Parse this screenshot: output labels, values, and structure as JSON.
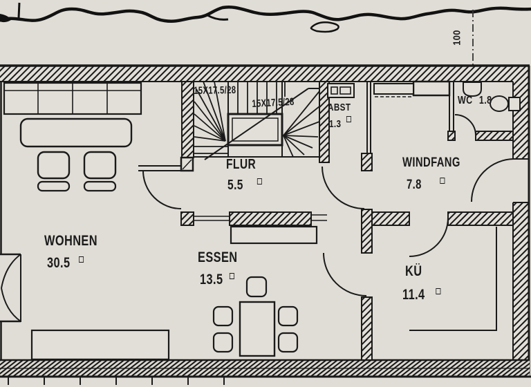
{
  "paper": {
    "background": "#e0ddd6",
    "ink": "#1a1a1a"
  },
  "rooms": {
    "wohnen": {
      "name": "WOHNEN",
      "area": "30.5"
    },
    "essen": {
      "name": "ESSEN",
      "area": "13.5"
    },
    "flur": {
      "name": "FLUR",
      "area": "5.5"
    },
    "abst": {
      "name": "ABST",
      "area": "1.3"
    },
    "windfang": {
      "name": "WINDFANG",
      "area": "7.8"
    },
    "wc": {
      "name": "WC",
      "area": "1.8"
    },
    "kueche": {
      "name": "KÜ",
      "area": "11.4"
    }
  },
  "stairs": {
    "flight_label_1": "15X17.5/28",
    "flight_label_2": "15X17.5/28"
  },
  "dimension_mark": {
    "value": "100"
  }
}
